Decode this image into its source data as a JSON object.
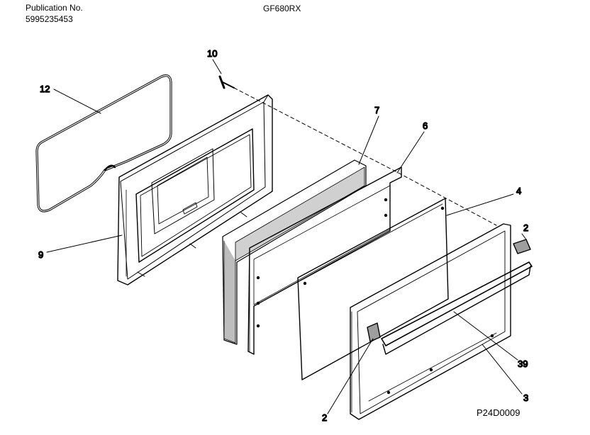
{
  "header": {
    "publication_label": "Publication No.",
    "publication_number": "5995235453",
    "model": "GF680RX"
  },
  "figure_code": "P24D0009",
  "callouts": {
    "gasket": "12",
    "screw": "10",
    "inner_door_liner": "9",
    "insulation": "7",
    "door_panel": "6",
    "glass": "4",
    "hinge_right": "2",
    "handle": "39",
    "outer_frame": "3",
    "hinge_bottom": "2"
  }
}
